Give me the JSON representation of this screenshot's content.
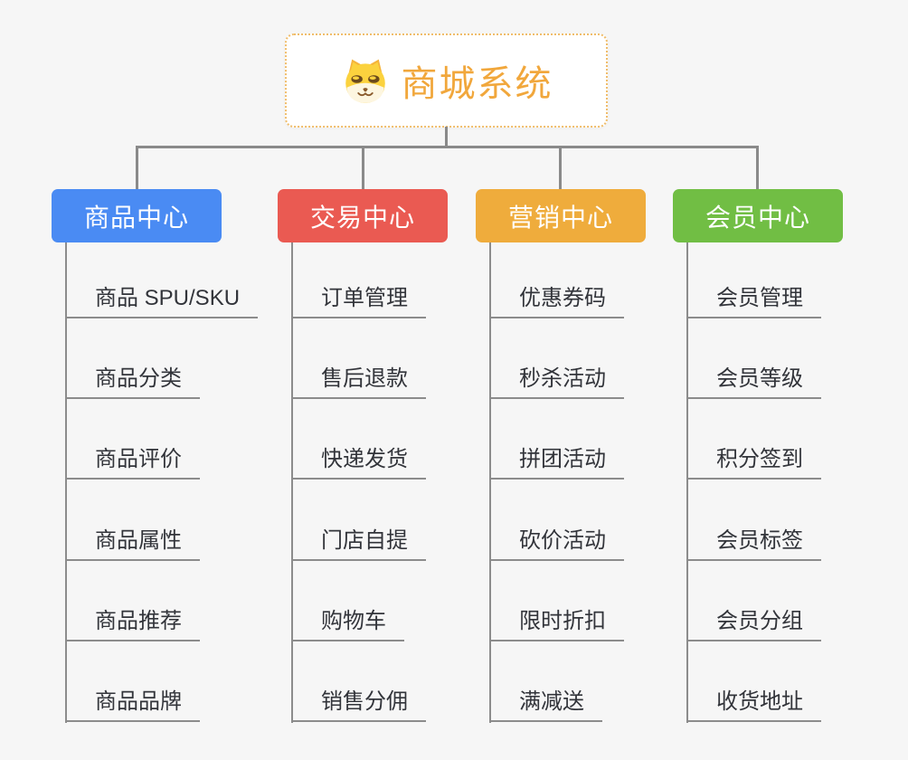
{
  "root": {
    "title": "商城系统",
    "icon": "dog-face-icon",
    "title_color": "#f1a73c",
    "border_color": "#f0bd6b"
  },
  "connector_color": "#8a8a8a",
  "branches": [
    {
      "label": "商品中心",
      "color": "#4a8bf3",
      "items": [
        "商品 SPU/SKU",
        "商品分类",
        "商品评价",
        "商品属性",
        "商品推荐",
        "商品品牌"
      ]
    },
    {
      "label": "交易中心",
      "color": "#ea5a52",
      "items": [
        "订单管理",
        "售后退款",
        "快递发货",
        "门店自提",
        "购物车",
        "销售分佣"
      ]
    },
    {
      "label": "营销中心",
      "color": "#efac3c",
      "items": [
        "优惠券码",
        "秒杀活动",
        "拼团活动",
        "砍价活动",
        "限时折扣",
        "满减送"
      ]
    },
    {
      "label": "会员中心",
      "color": "#71be44",
      "items": [
        "会员管理",
        "会员等级",
        "积分签到",
        "会员标签",
        "会员分组",
        "收货地址"
      ]
    }
  ]
}
